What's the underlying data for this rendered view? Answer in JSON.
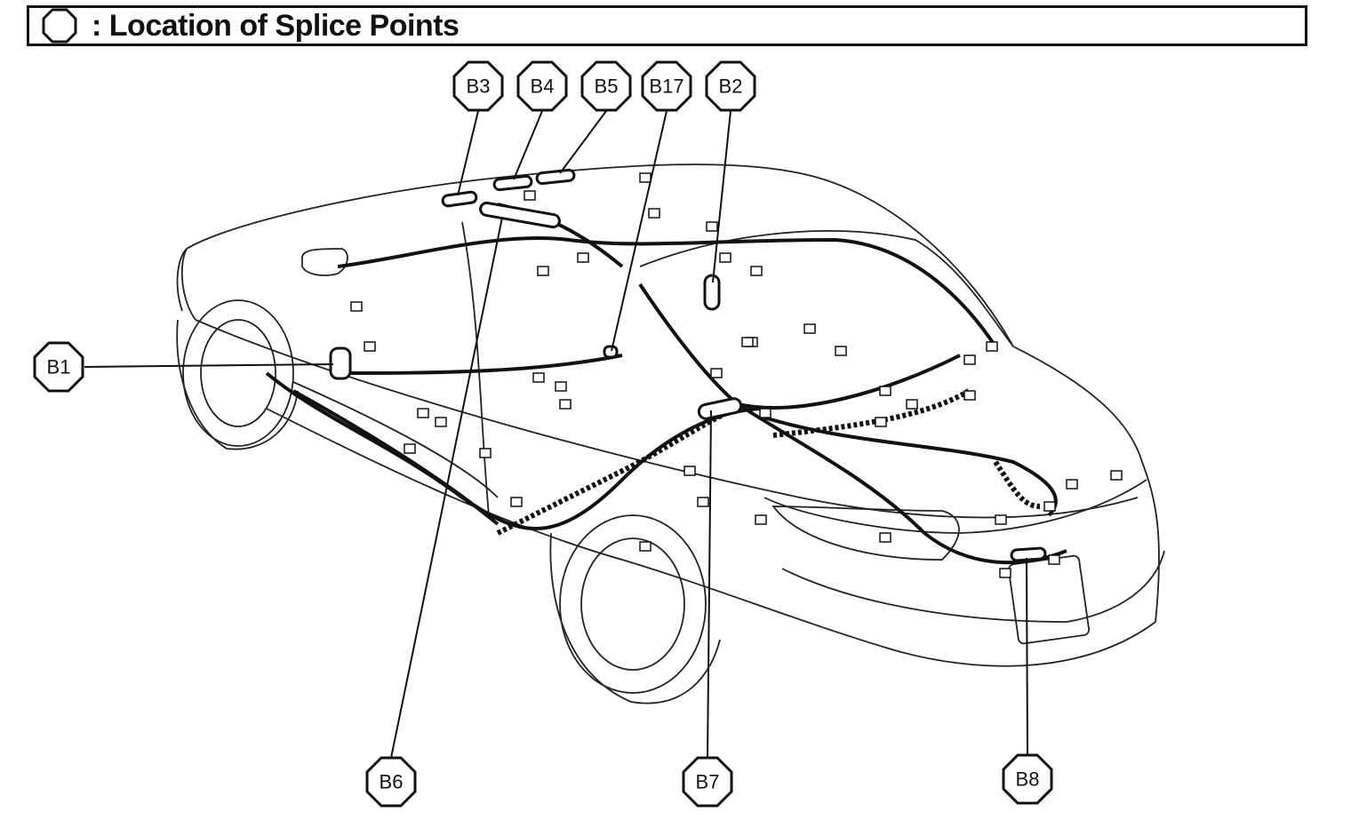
{
  "title": {
    "prefix": ":",
    "text": "Location of Splice Points",
    "icon": "octagon-icon"
  },
  "splice_points": [
    {
      "id": "B1",
      "label": "B1"
    },
    {
      "id": "B2",
      "label": "B2"
    },
    {
      "id": "B3",
      "label": "B3"
    },
    {
      "id": "B4",
      "label": "B4"
    },
    {
      "id": "B5",
      "label": "B5"
    },
    {
      "id": "B6",
      "label": "B6"
    },
    {
      "id": "B7",
      "label": "B7"
    },
    {
      "id": "B8",
      "label": "B8"
    },
    {
      "id": "B17",
      "label": "B17"
    }
  ],
  "colors": {
    "ink": "#111111",
    "background": "#ffffff"
  }
}
